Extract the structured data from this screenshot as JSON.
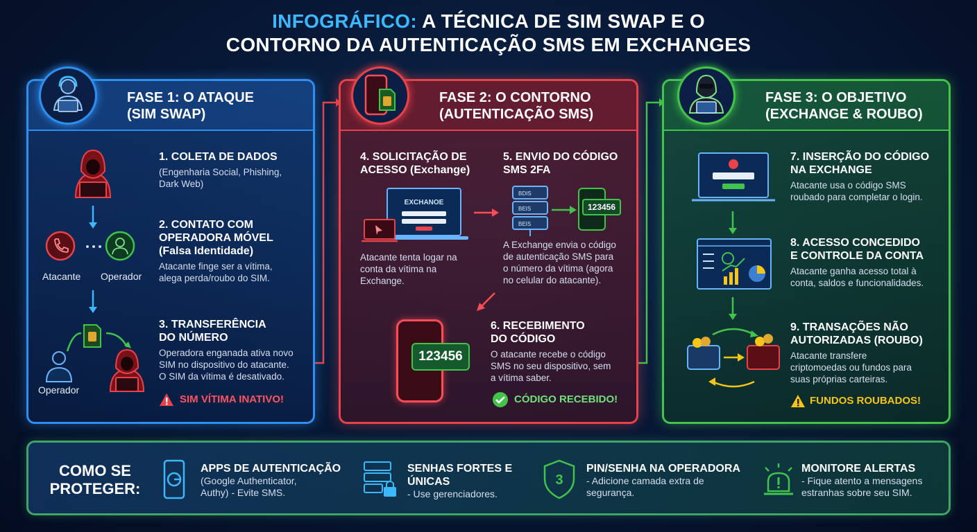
{
  "title": {
    "line1_highlight": "INFOGRÁFICO:",
    "line1_rest": "A TÉCNICA DE SIM SWAP E O",
    "line2": "CONTORNO DA AUTENTICAÇÃO SMS EM EXCHANGES"
  },
  "phases": [
    {
      "title_l1": "FASE 1: O ATAQUE",
      "title_l2": "(SIM SWAP)",
      "steps": [
        {
          "title_l1": "1. COLETA DE DADOS",
          "title_l2": "",
          "desc": [
            "(Engenharia Social, Phishing,",
            "Dark Web)"
          ]
        },
        {
          "title_l1": "2. CONTATO COM",
          "title_l2": "OPERADORA MÓVEL",
          "title_l3": "(Falsa Identidade)",
          "desc": [
            "Atacante finge ser a vítima,",
            "alega perda/roubo do SIM."
          ]
        },
        {
          "title_l1": "3. TRANSFERÊNCIA",
          "title_l2": "DO NÚMERO",
          "desc": [
            "Operadora enganada ativa novo",
            "SIM no dispositivo do atacante.",
            "O SIM da vítima é desativado."
          ]
        }
      ],
      "labels": {
        "attacker": "Atacante",
        "operator": "Operador",
        "operator2": "Operador"
      },
      "warning": "SIM VÍTIMA INATIVO!"
    },
    {
      "title_l1": "FASE 2: O CONTORNO",
      "title_l2": "(AUTENTICAÇÃO SMS)",
      "steps": [
        {
          "title_l1": "4. SOLICITAÇÃO DE",
          "title_l2": "ACESSO (Exchange)",
          "desc": [
            "Atacante tenta logar na",
            "conta da vítima na",
            "Exchange."
          ]
        },
        {
          "title_l1": "5. ENVIO DO CÓDIGO",
          "title_l2": "SMS 2FA",
          "desc": [
            "A Exchange envia o código",
            "de autenticação SMS para",
            "o número da vítima (agora",
            "no celular do atacante)."
          ]
        },
        {
          "title_l1": "6. RECEBIMENTO",
          "title_l2": "DO CÓDIGO",
          "desc": [
            "O atacante recebe o código",
            "SMS no seu dispositivo, sem",
            "a vítima saber."
          ]
        }
      ],
      "screen_label": "EXCHANOE",
      "code_small": "123456",
      "code_big": "123456",
      "server_labels": [
        "BDIS",
        "BEIS",
        "BEIS"
      ],
      "status": "CÓDIGO RECEBIDO!"
    },
    {
      "title_l1": "FASE 3: O OBJETIVO",
      "title_l2": "(EXCHANGE & ROUBO)",
      "steps": [
        {
          "title_l1": "7. INSERÇÃO DO CÓDIGO",
          "title_l2": "NA EXCHANGE",
          "desc": [
            "Atacante usa o código SMS",
            "roubado para completar o login."
          ]
        },
        {
          "title_l1": "8. ACESSO CONCEDIDO",
          "title_l2": "E CONTROLE DA CONTA",
          "desc": [
            "Atacante ganha acesso total à",
            "conta, saldos e funcionalidades."
          ]
        },
        {
          "title_l1": "9. TRANSAÇÕES NÃO",
          "title_l2": "AUTORIZADAS (ROUBO)",
          "desc": [
            "Atacante transfere",
            "criptomoedas ou fundos para",
            "suas próprias carteiras."
          ]
        }
      ],
      "warning": "FUNDOS ROUBADOS!"
    }
  ],
  "protection": {
    "title_l1": "COMO SE",
    "title_l2": "PROTEGER:",
    "tips": [
      {
        "title_l1": "APPS DE AUTENTICAÇÃO",
        "title_l2": "",
        "desc": [
          "(Google Authenticator,",
          "Authy) - Evite SMS."
        ]
      },
      {
        "title_l1": "SENHAS FORTES E",
        "title_l2": "ÚNICAS",
        "desc": [
          "- Use gerenciadores."
        ]
      },
      {
        "title_l1": "PIN/SENHA NA OPERADORA",
        "title_l2": "",
        "desc": [
          "- Adicione camada extra de",
          "segurança."
        ]
      },
      {
        "title_l1": "MONITORE ALERTAS",
        "title_l2": "",
        "desc": [
          "- Fique atento a mensagens",
          "estranhas sobre seu SIM."
        ]
      }
    ],
    "shield_number": "3"
  },
  "colors": {
    "blue": "#2f8ff0",
    "red": "#e8424a",
    "green": "#43c24c",
    "yellow": "#f5c518",
    "title_accent": "#3db8ff"
  }
}
